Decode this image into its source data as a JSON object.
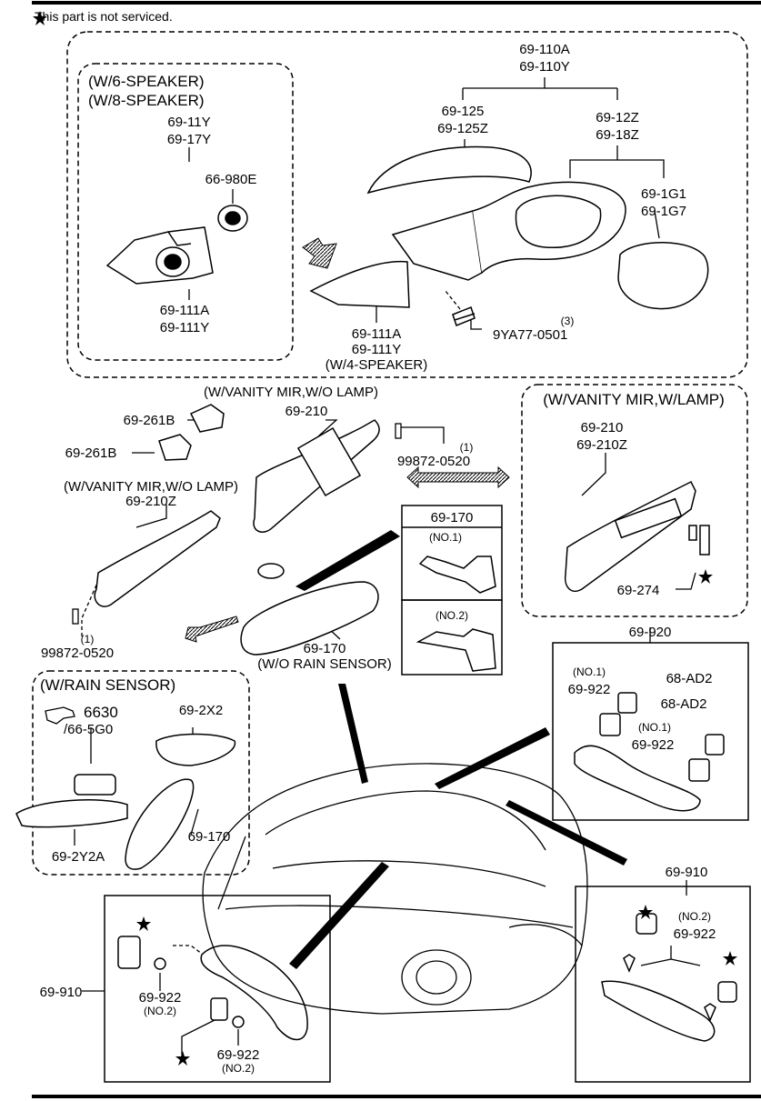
{
  "legend": {
    "text": "This part is not serviced.",
    "icon": "star-icon"
  },
  "labels": {
    "w6speaker": "(W/6-SPEAKER)",
    "w8speaker": "(W/8-SPEAKER)",
    "p69_11Y": "69-11Y",
    "p69_17Y": "69-17Y",
    "p66_980E": "66-980E",
    "p69_111A": "69-111A",
    "p69_111Y": "69-111Y",
    "w4speaker": "(W/4-SPEAKER)",
    "p69_110A": "69-110A",
    "p69_110Y": "69-110Y",
    "p69_125": "69-125",
    "p69_125Z": "69-125Z",
    "p69_12Z": "69-12Z",
    "p69_18Z": "69-18Z",
    "p69_1G1": "69-1G1",
    "p69_1G7": "69-1G7",
    "qty3": "(3)",
    "qty1": "(1)",
    "p9YA77_0501": "9YA77-0501",
    "wVanityWoLamp": "(W/VANITY MIR,W/O LAMP)",
    "wVanityWLamp": "(W/VANITY MIR,W/LAMP)",
    "p69_261B": "69-261B",
    "p69_210": "69-210",
    "p69_210Z": "69-210Z",
    "p99872_0520": "99872-0520",
    "p69_274": "69-274",
    "p69_170": "69-170",
    "no1": "(NO.1)",
    "no2": "(NO.2)",
    "woRainSensor": "(W/O RAIN SENSOR)",
    "wRainSensor": "(W/RAIN SENSOR)",
    "p6630": "6630",
    "p66_5G0": "/66-5G0",
    "p69_2X2": "69-2X2",
    "p69_2Y2A": "69-2Y2A",
    "p69_920": "69-920",
    "p69_922": "69-922",
    "p68_AD2": "68-AD2",
    "p69_910": "69-910"
  }
}
